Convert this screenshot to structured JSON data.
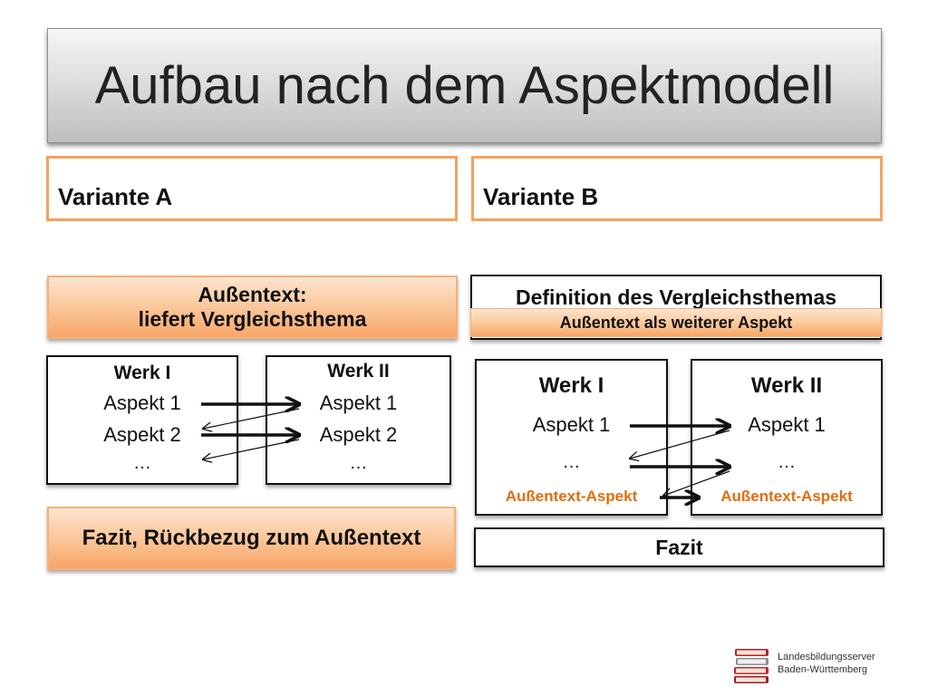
{
  "title": "Aufbau nach dem Aspektmodell",
  "variant_a": {
    "label": "Variante A",
    "aussentext_line1": "Außentext:",
    "aussentext_line2": "liefert Vergleichsthema",
    "werk1": {
      "title": "Werk I",
      "aspekt1": "Aspekt 1",
      "aspekt2": "Aspekt 2",
      "more": "…"
    },
    "werk2": {
      "title": "Werk II",
      "aspekt1": "Aspekt 1",
      "aspekt2": "Aspekt 2",
      "more": "…"
    },
    "fazit": "Fazit, Rückbezug zum Außentext"
  },
  "variant_b": {
    "label": "Variante B",
    "definition": "Definition des Vergleichsthemas",
    "definition_sub": "Außentext als weiterer Aspekt",
    "werk1": {
      "title": "Werk I",
      "aspekt1": "Aspekt 1",
      "more": "…",
      "aussentext_aspekt": "Außentext-Aspekt"
    },
    "werk2": {
      "title": "Werk II",
      "aspekt1": "Aspekt 1",
      "more": "…",
      "aussentext_aspekt": "Außentext-Aspekt"
    },
    "fazit": "Fazit"
  },
  "logo": {
    "line1": "Landesbildungsserver",
    "line2": "Baden-Württemberg"
  },
  "colors": {
    "orange_border": "#f2a35e",
    "orange_text": "#e46c0a",
    "dark": "#111111"
  }
}
